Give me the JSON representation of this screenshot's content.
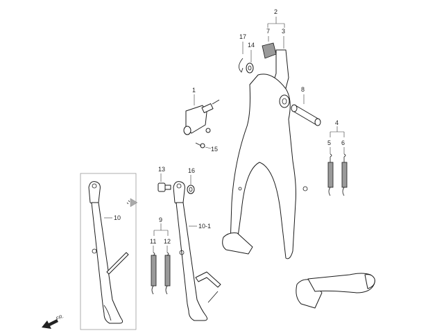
{
  "callouts": {
    "c1": "1",
    "c2": "2",
    "c3": "3",
    "c4": "4",
    "c5": "5",
    "c6": "6",
    "c7": "7",
    "c8": "8",
    "c9": "9",
    "c10": "10",
    "c10_1": "10-1",
    "c11": "11",
    "c12": "12",
    "c13": "13",
    "c14": "14",
    "c15": "15",
    "c16": "16",
    "c17": "17"
  },
  "direction": {
    "label": "FR."
  },
  "colors": {
    "line": "#1a1a1a",
    "arrow_grey": "#aaaaaa",
    "box_border": "#999999"
  }
}
